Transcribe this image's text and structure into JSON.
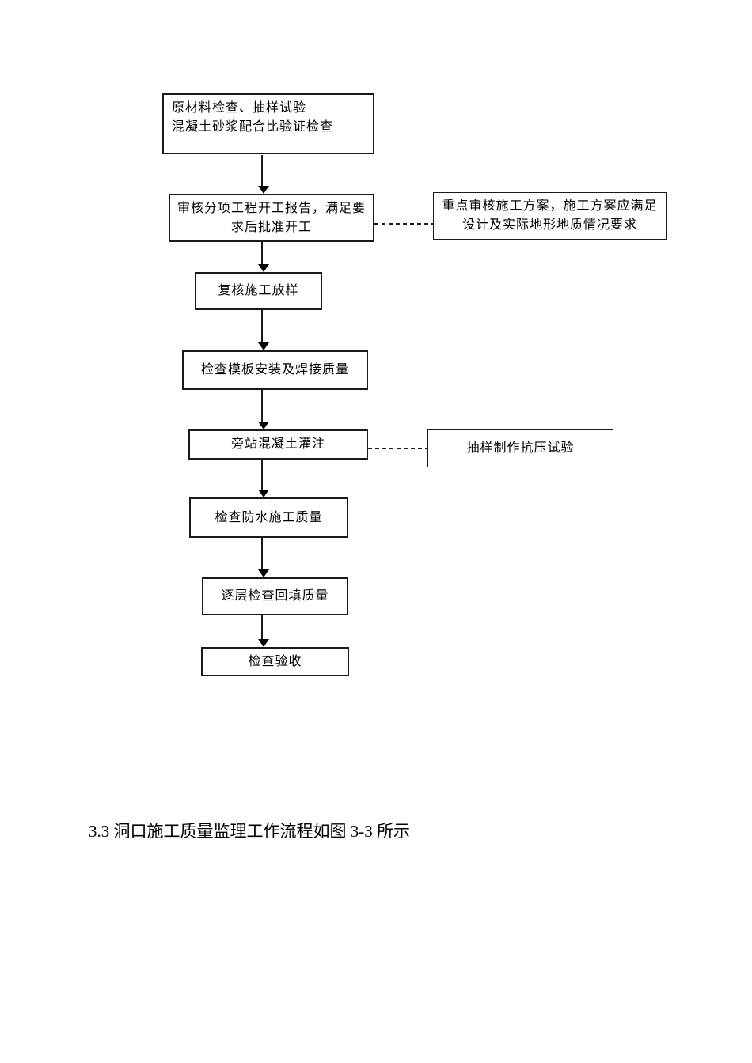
{
  "page": {
    "background": "#ffffff",
    "ink_color": "#1a1a1a",
    "heading": "3.3 洞口施工质量监理工作流程如图 3-3 所示"
  },
  "flowchart": {
    "boxes": {
      "raw_material": {
        "lines": [
          "原材料检查、抽样试验",
          "混凝土砂浆配合比验证检查"
        ]
      },
      "start_report": {
        "lines": [
          "审核分项工程开工报告，满足要",
          "求后批准开工"
        ]
      },
      "side_scheme": {
        "lines": [
          "重点审核施工方案，施工方案应满足",
          "设计及实际地形地质情况要求"
        ]
      },
      "setting_out": {
        "label": "复核施工放样"
      },
      "formwork": {
        "label": "检查模板安装及焊接质量"
      },
      "pouring": {
        "label": "旁站混凝土灌注"
      },
      "side_sampling": {
        "label": "抽样制作抗压试验"
      },
      "waterproof": {
        "label": "检查防水施工质量"
      },
      "backfill": {
        "label": "逐层检查回填质量"
      },
      "acceptance": {
        "label": "检查验收"
      }
    }
  }
}
